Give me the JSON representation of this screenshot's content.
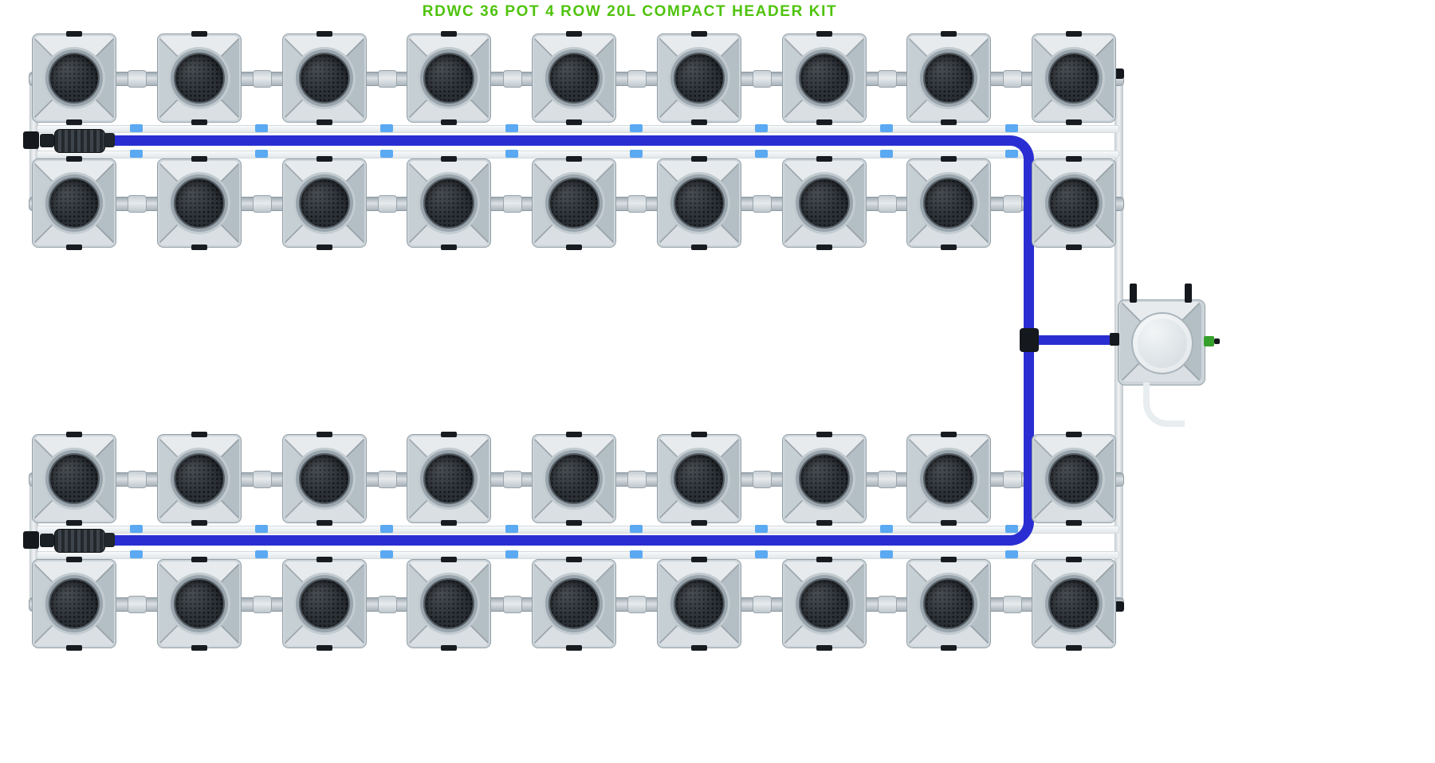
{
  "title": "RDWC 36 POT 4 ROW 20L COMPACT HEADER KIT",
  "system": {
    "kit_name": "RDWC 36 POT 4 ROW 20L COMPACT HEADER KIT",
    "total_pots": 36,
    "rows": 4,
    "pots_per_row": 9,
    "pot_size": "20L",
    "pumps": 2,
    "reservoirs": 1
  },
  "colors": {
    "title_green": "#4fc30d",
    "tube_blue": "#2a2ed2",
    "clip_blue": "#5aa9f2",
    "pipe_white": "#f1f3f4",
    "pipe_gray": "#b9c3ca",
    "net_dark": "#2c3137",
    "fitting_black": "#15191d",
    "fitting_green": "#35a02c"
  }
}
